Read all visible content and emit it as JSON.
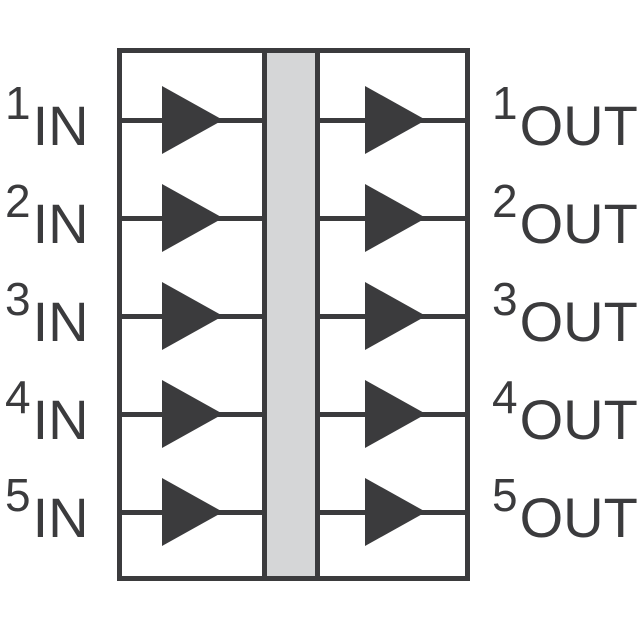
{
  "diagram": {
    "colors": {
      "ink": "#3b3b3d",
      "barrier_fill": "#d5d6d7",
      "background": "#ffffff"
    },
    "channels": [
      {
        "input": {
          "sup": "1",
          "name": "IN"
        },
        "output": {
          "sup": "1",
          "name": "OUT"
        }
      },
      {
        "input": {
          "sup": "2",
          "name": "IN"
        },
        "output": {
          "sup": "2",
          "name": "OUT"
        }
      },
      {
        "input": {
          "sup": "3",
          "name": "IN"
        },
        "output": {
          "sup": "3",
          "name": "OUT"
        }
      },
      {
        "input": {
          "sup": "4",
          "name": "IN"
        },
        "output": {
          "sup": "4",
          "name": "OUT"
        }
      },
      {
        "input": {
          "sup": "5",
          "name": "IN"
        },
        "output": {
          "sup": "5",
          "name": "OUT"
        }
      }
    ]
  }
}
